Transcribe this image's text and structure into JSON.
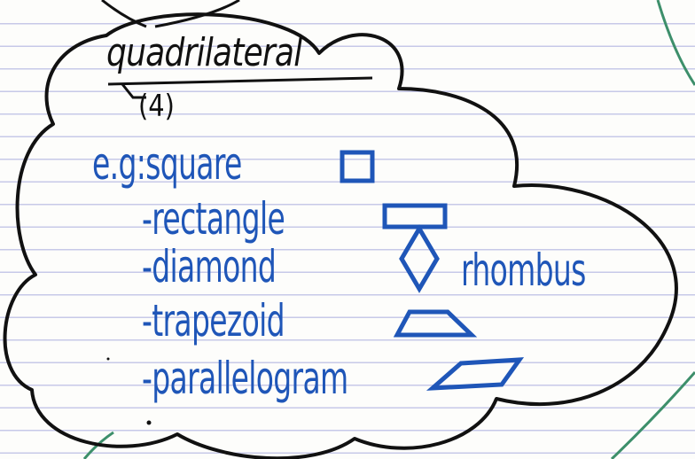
{
  "note": {
    "title": "quadrilateral",
    "subtitle": "(4)",
    "examples_prefix": "e.g:",
    "items": [
      {
        "dash": "",
        "label": "square"
      },
      {
        "dash": "-",
        "label": "rectangle"
      },
      {
        "dash": "-",
        "label": "diamond"
      },
      {
        "dash": "-",
        "label": "trapezoid"
      },
      {
        "dash": "-",
        "label": "parallelogram"
      }
    ],
    "alt_name": "rhombus"
  },
  "colors": {
    "ink_black": "#111111",
    "ink_blue": "#1f56b8",
    "paper": "#fdfdfb",
    "ruled_lines": "#c7c9e8",
    "margin_green": "#3d8f6b"
  },
  "icons": [
    "square-shape-icon",
    "rectangle-shape-icon",
    "diamond-shape-icon",
    "trapezoid-shape-icon",
    "parallelogram-shape-icon"
  ]
}
